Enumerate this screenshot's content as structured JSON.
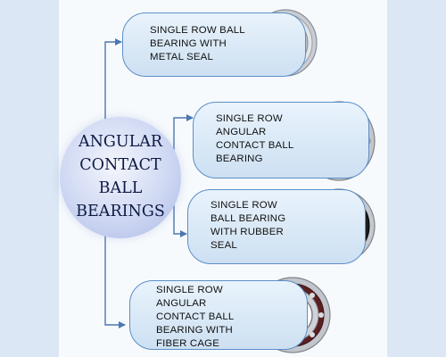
{
  "hub": {
    "title": "ANGULAR\nCONTACT\nBALL\nBEARINGS"
  },
  "items": [
    {
      "label": "SINGLE ROW BALL\nBEARING WITH\nMETAL SEAL",
      "type": "metal-seal"
    },
    {
      "label": "SINGLE ROW\nANGULAR\nCONTACT BALL\nBEARING",
      "type": "brass-cage"
    },
    {
      "label": "SINGLE ROW\nBALL BEARING\nWITH RUBBER\nSEAL",
      "type": "rubber-seal"
    },
    {
      "label": "SINGLE ROW\nANGULAR\nCONTACT BALL\nBEARING WITH\nFIBER CAGE",
      "type": "fiber-cage"
    }
  ],
  "colors": {
    "connector": "#4c78b0",
    "pill_border": "#5b8fc6",
    "hub_text": "#0f1a44",
    "background": "#e9f1f9"
  }
}
